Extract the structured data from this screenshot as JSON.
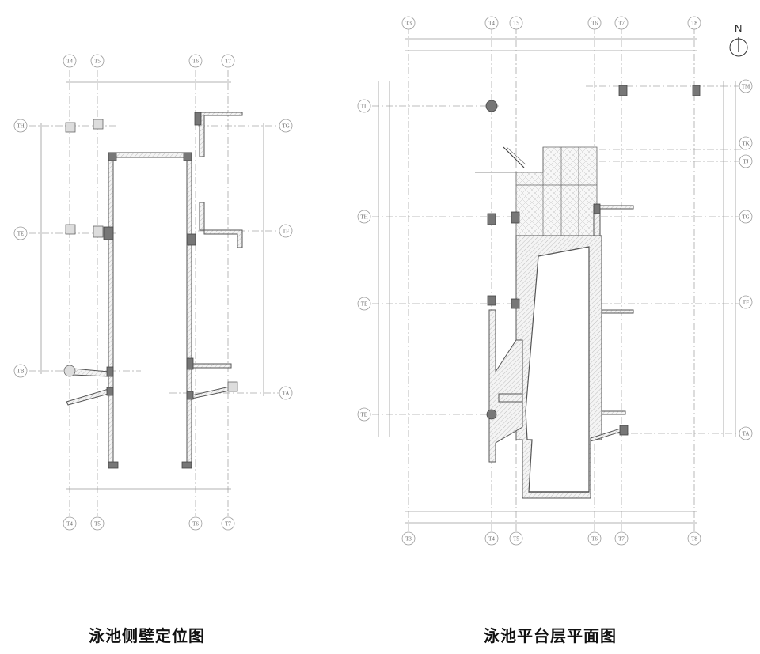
{
  "captions": {
    "left": "泳池侧壁定位图",
    "right": "泳池平台层平面图"
  },
  "north_label": "N",
  "left_plan": {
    "top_axes": [
      "T4",
      "T5",
      "T6",
      "T7"
    ],
    "bottom_axes": [
      "T4",
      "T5",
      "T6",
      "T7"
    ],
    "left_axes": [
      "TH",
      "TE",
      "TB"
    ],
    "right_axes": [
      "TG",
      "TF",
      "TA"
    ]
  },
  "right_plan": {
    "top_axes": [
      "T3",
      "T4",
      "T5",
      "T6",
      "T7",
      "T8"
    ],
    "bottom_axes": [
      "T3",
      "T4",
      "T5",
      "T6",
      "T7",
      "T8"
    ],
    "left_axes": [
      "TL",
      "TH",
      "TE",
      "TB"
    ],
    "right_axes": [
      "TM",
      "TK",
      "TJ",
      "TG",
      "TF",
      "TA"
    ]
  }
}
